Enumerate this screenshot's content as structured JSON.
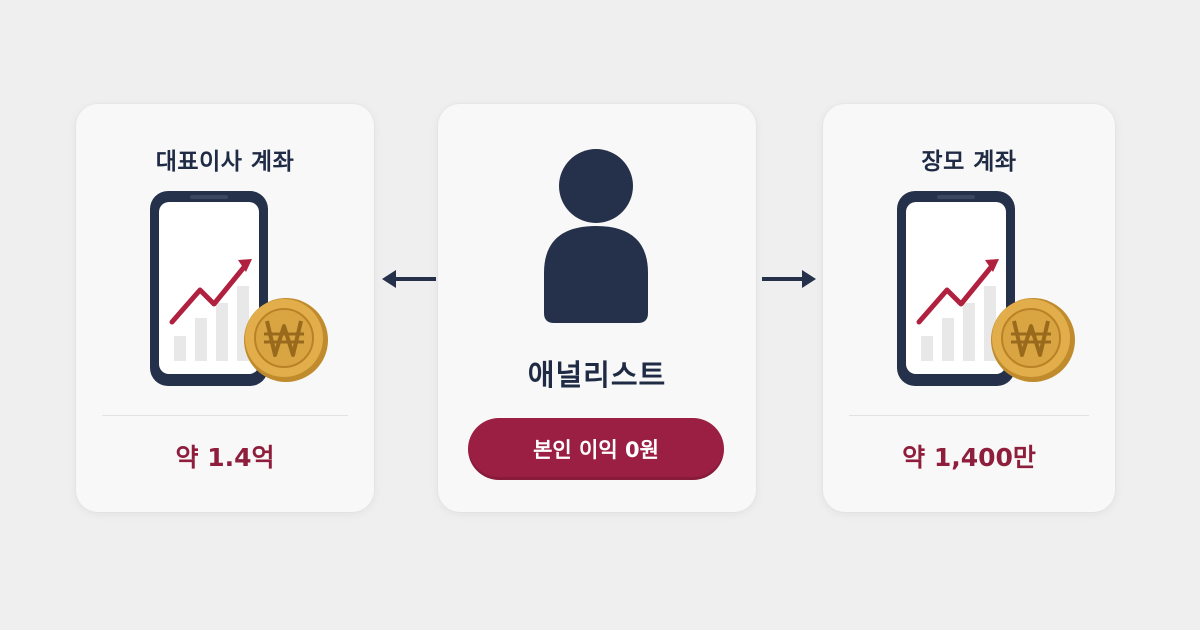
{
  "left_card": {
    "title": "대표이사 계좌",
    "amount": "약 1.4억"
  },
  "center_card": {
    "name": "애널리스트",
    "badge": "본인 이익 0원"
  },
  "right_card": {
    "title": "장모 계좌",
    "amount": "약 1,400만"
  },
  "icons": {
    "person": "person-icon",
    "phone": "smartphone-chart-icon",
    "coin": "won-coin-icon",
    "arrows": [
      "arrow-left-icon",
      "arrow-right-icon"
    ]
  },
  "colors": {
    "navy": "#25304a",
    "crimson": "#9b1f42",
    "gold": "#d9a543",
    "background": "#efefef"
  }
}
